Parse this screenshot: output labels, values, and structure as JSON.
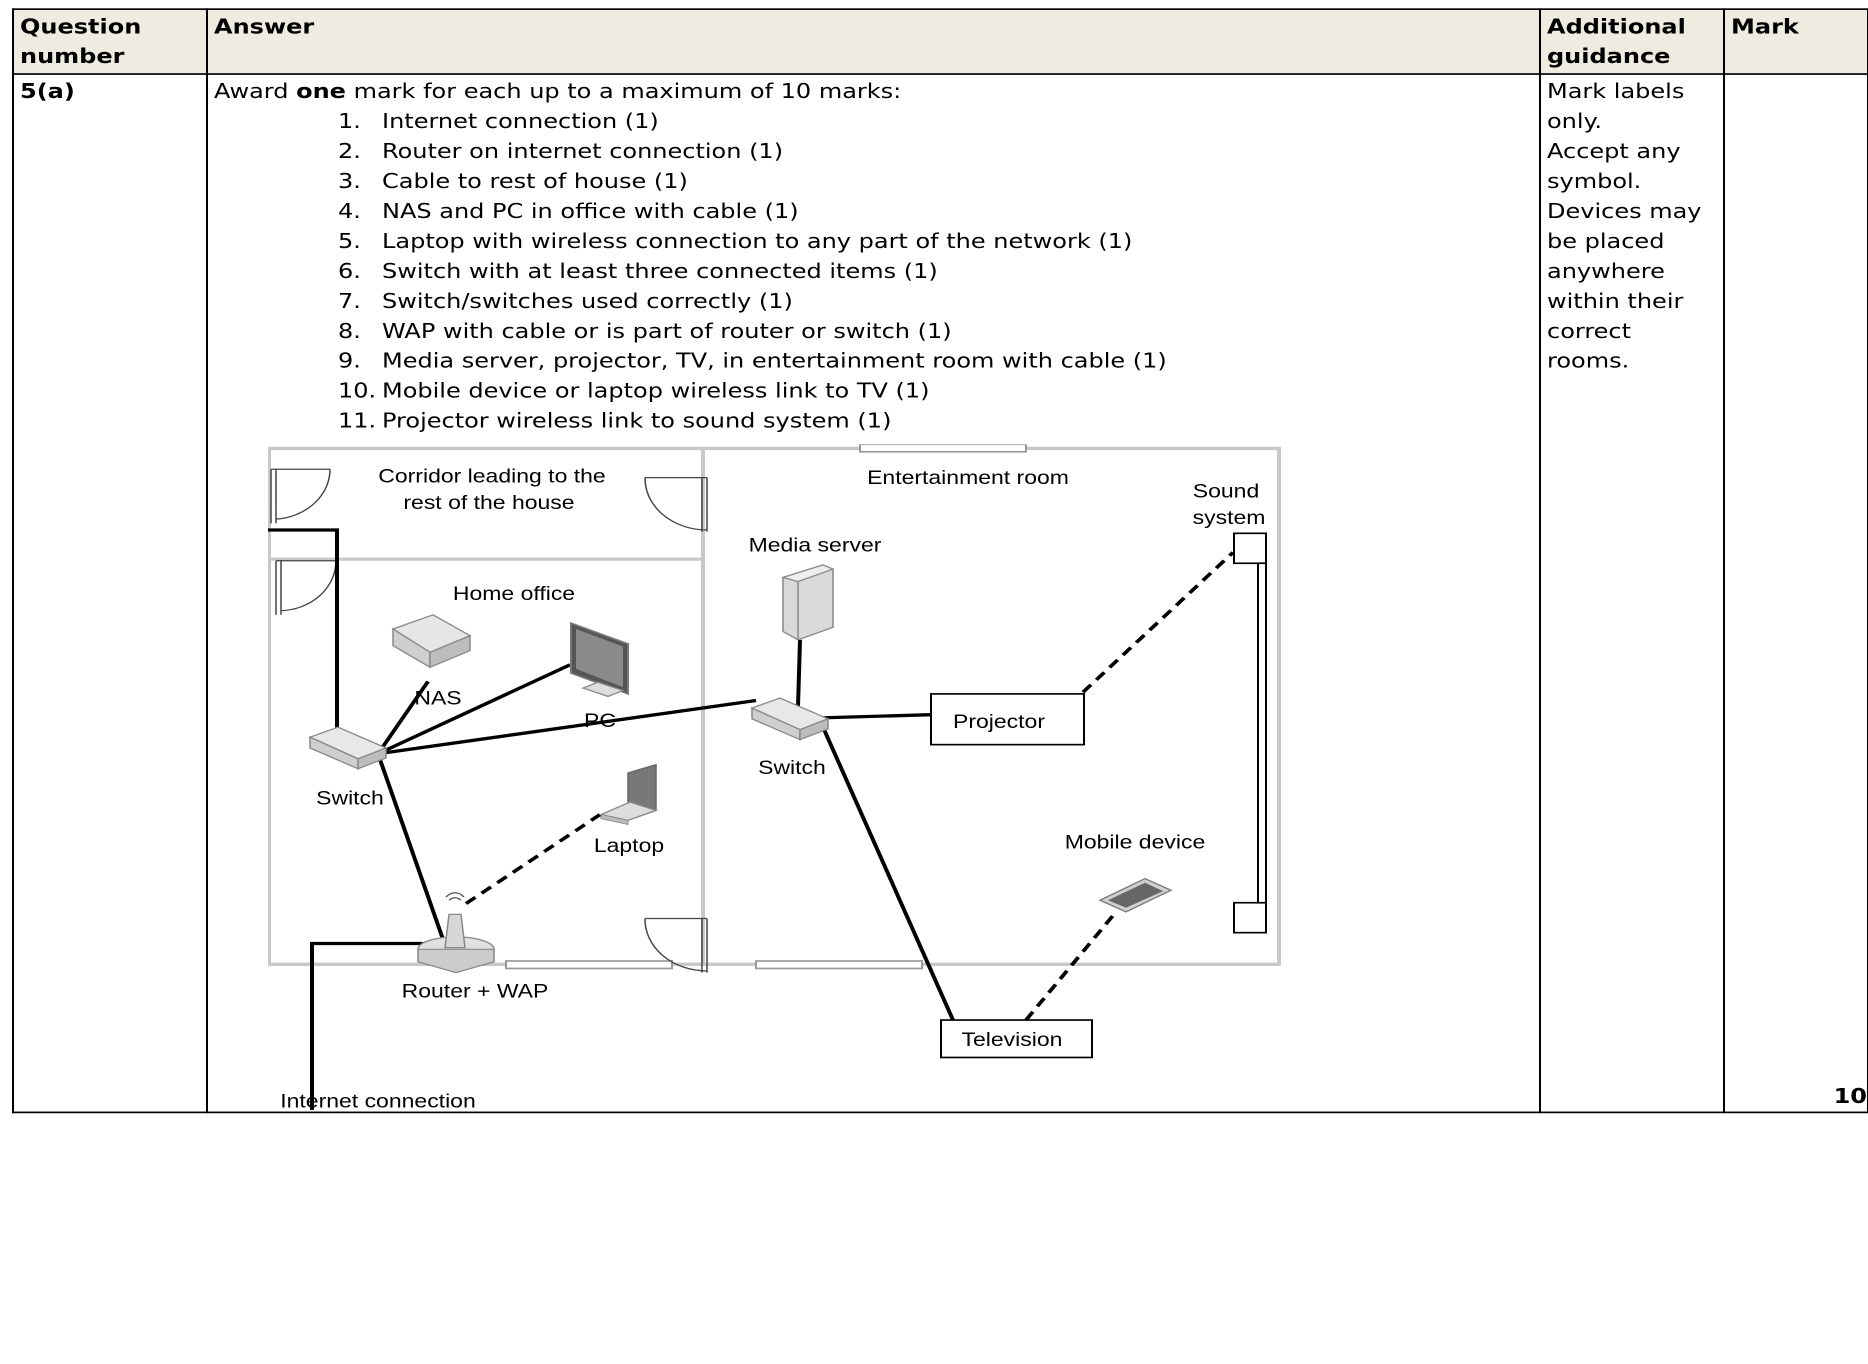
{
  "header": {
    "question_number": "Question number",
    "answer": "Answer",
    "guidance": "Additional guidance",
    "mark": "Mark"
  },
  "row": {
    "question": "5(a)",
    "intro_before": "Award ",
    "intro_bold": "one",
    "intro_after": " mark for each up to a maximum of 10 marks:",
    "points": [
      {
        "n": "1.",
        "text": "Internet connection (1)"
      },
      {
        "n": "2.",
        "text": "Router on internet connection (1)"
      },
      {
        "n": "3.",
        "text": "Cable to rest of house (1)"
      },
      {
        "n": "4.",
        "text": "NAS and PC in office with cable (1)"
      },
      {
        "n": "5.",
        "text": "Laptop with wireless connection to any part of the network (1)"
      },
      {
        "n": "6.",
        "text": "Switch with at least three connected items (1)"
      },
      {
        "n": "7.",
        "text": "Switch/switches used correctly (1)"
      },
      {
        "n": "8.",
        "text": "WAP with cable or is part of router or switch (1)"
      },
      {
        "n": "9.",
        "text": "Media server, projector, TV, in entertainment room with cable (1)"
      },
      {
        "n": "10.",
        "text": "Mobile device or laptop wireless link to TV (1)"
      },
      {
        "n": "11.",
        "text": "Projector wireless link to sound system (1)"
      }
    ],
    "guidance_lines": [
      "Mark labels",
      "only.",
      "Accept any",
      "symbol.",
      "Devices may",
      "be placed",
      "anywhere",
      "within their",
      "correct",
      "rooms."
    ],
    "mark": "10"
  },
  "diagram": {
    "corridor_line1": "Corridor leading to the",
    "corridor_line2": "rest of the house",
    "home_office": "Home office",
    "entertainment_room": "Entertainment room",
    "sound_line1": "Sound",
    "sound_line2": "system",
    "media_server": "Media server",
    "nas": "NAS",
    "pc": "PC",
    "switch_left": "Switch",
    "switch_right": "Switch",
    "projector": "Projector",
    "laptop": "Laptop",
    "mobile_device": "Mobile device",
    "router_wap": "Router + WAP",
    "television": "Television",
    "internet_connection": "Internet connection"
  }
}
